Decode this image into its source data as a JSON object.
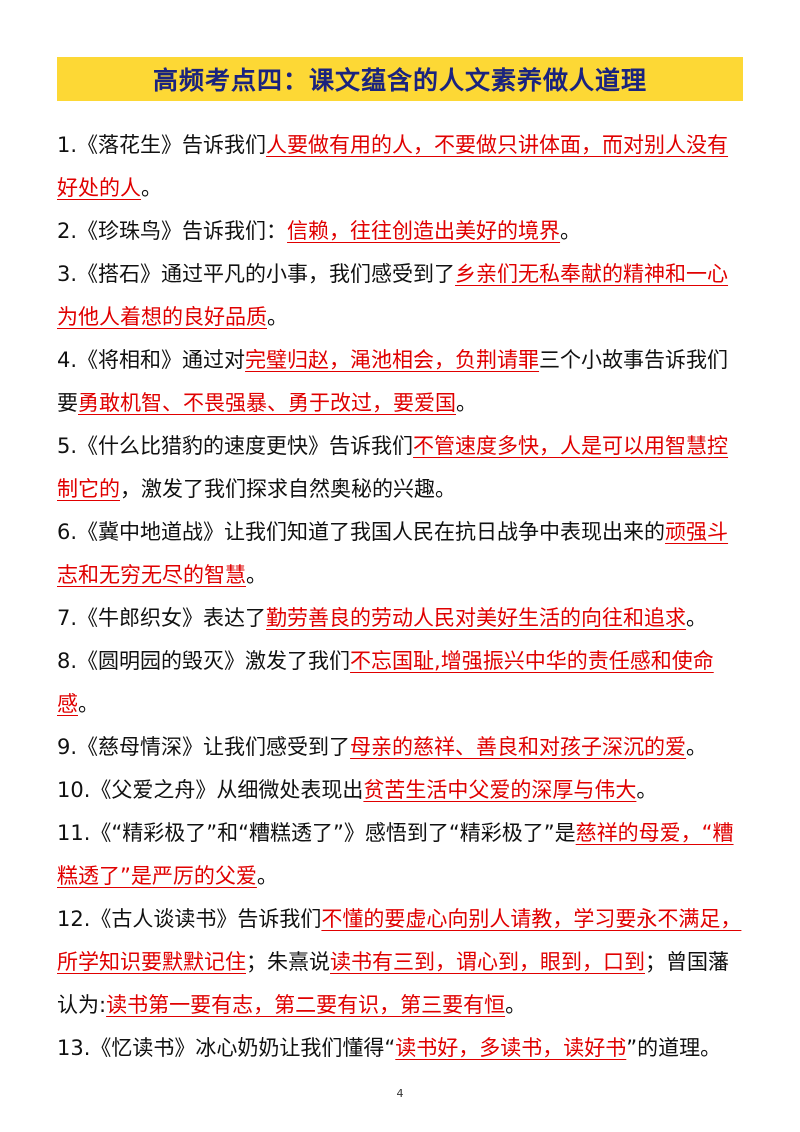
{
  "banner": {
    "title": "高频考点四：课文蕴含的人文素养做人道理"
  },
  "items": [
    {
      "parts": [
        {
          "t": "1.《落花生》告诉我们"
        },
        {
          "t": "人要做有用的人，不要做只讲体面，而对别人没有好处的人",
          "hl": true
        },
        {
          "t": "。"
        }
      ]
    },
    {
      "parts": [
        {
          "t": "2.《珍珠鸟》告诉我们："
        },
        {
          "t": "信赖，往往创造出美好的境界",
          "hl": true
        },
        {
          "t": "。"
        }
      ]
    },
    {
      "parts": [
        {
          "t": "3.《搭石》通过平凡的小事，我们感受到了"
        },
        {
          "t": "乡亲们无私奉献的精神和一心为他人着想的良好品质",
          "hl": true
        },
        {
          "t": "。"
        }
      ]
    },
    {
      "parts": [
        {
          "t": "4.《将相和》通过对"
        },
        {
          "t": "完璧归赵，渑池相会，负荆请罪",
          "hl": true
        },
        {
          "t": "三个小故事告诉我们要"
        },
        {
          "t": "勇敢机智、不畏强暴、勇于改过，要爱国",
          "hl": true
        },
        {
          "t": "。"
        }
      ]
    },
    {
      "parts": [
        {
          "t": "5.《什么比猎豹的速度更快》告诉我们"
        },
        {
          "t": "不管速度多快，人是可以用智慧控制它的",
          "hl": true
        },
        {
          "t": "，激发了我们探求自然奥秘的兴趣。"
        }
      ]
    },
    {
      "parts": [
        {
          "t": "6.《冀中地道战》让我们知道了我国人民在抗日战争中表现出来的"
        },
        {
          "t": "顽强斗志和无穷无尽的智慧",
          "hl": true
        },
        {
          "t": "。"
        }
      ]
    },
    {
      "parts": [
        {
          "t": "7.《牛郎织女》表达了"
        },
        {
          "t": "勤劳善良的劳动人民对美好生活的向往和追求",
          "hl": true
        },
        {
          "t": "。"
        }
      ]
    },
    {
      "parts": [
        {
          "t": "8.《圆明园的毁灭》激发了我们"
        },
        {
          "t": "不忘国耻,增强振兴中华的责任感和使命感",
          "hl": true
        },
        {
          "t": "。"
        }
      ]
    },
    {
      "parts": [
        {
          "t": "9.《慈母情深》让我们感受到了"
        },
        {
          "t": "母亲的慈祥、善良和对孩子深沉的爱",
          "hl": true
        },
        {
          "t": "。"
        }
      ]
    },
    {
      "parts": [
        {
          "t": "10.《父爱之舟》从细微处表现出"
        },
        {
          "t": "贫苦生活中父爱的深厚与伟大",
          "hl": true
        },
        {
          "t": "。"
        }
      ]
    },
    {
      "parts": [
        {
          "t": "11.《“精彩极了”和“糟糕透了”》感悟到了“精彩极了”是"
        },
        {
          "t": "慈祥的母爱，“糟糕透了”是严厉的父爱",
          "hl": true
        },
        {
          "t": "。"
        }
      ]
    },
    {
      "parts": [
        {
          "t": "12.《古人谈读书》告诉我们"
        },
        {
          "t": "不懂的要虚心向别人请教，学习要永不满足，所学知识要默默记住",
          "hl": true
        },
        {
          "t": "；朱熹说"
        },
        {
          "t": "读书有三到，谓心到，眼到，口到",
          "hl": true
        },
        {
          "t": "；曾国藩认为:"
        },
        {
          "t": "读书第一要有志，第二要有识，第三要有恒",
          "hl": true
        },
        {
          "t": "。"
        }
      ]
    },
    {
      "parts": [
        {
          "t": "13.《忆读书》冰心奶奶让我们懂得“"
        },
        {
          "t": "读书好，多读书，读好书",
          "hl": true
        },
        {
          "t": "”的道理。"
        }
      ]
    }
  ],
  "page_number": "4",
  "colors": {
    "banner_bg": "#fdd835",
    "banner_text": "#1a237e",
    "highlight": "#e00000"
  }
}
